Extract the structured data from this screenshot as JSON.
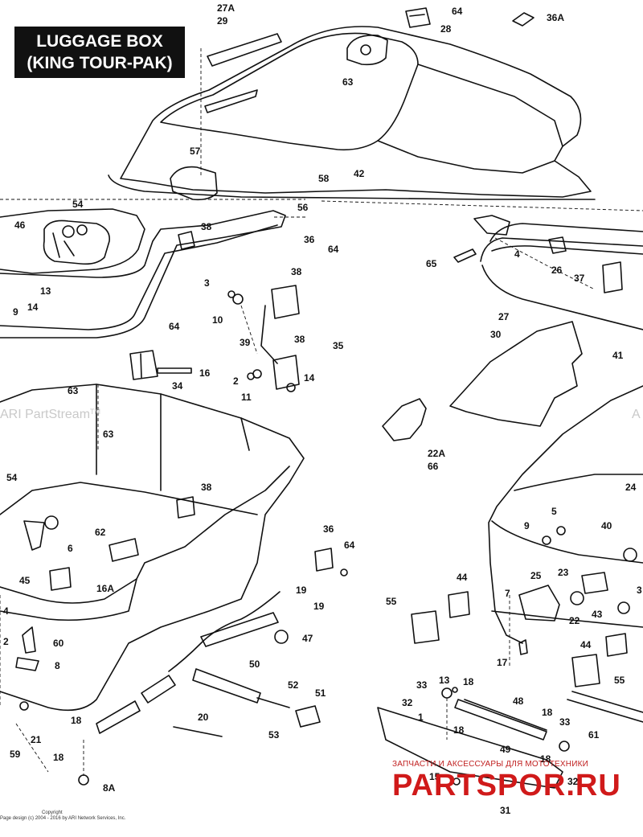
{
  "title": {
    "line1": "LUGGAGE BOX",
    "line2": "(KING TOUR-PAK)"
  },
  "watermark": {
    "left": "ARI PartStream",
    "tm": "TM",
    "right": "A"
  },
  "copyright": {
    "line1": "Copyright",
    "line2": "Page design (c) 2004 - 2016 by ARI Network Services, Inc."
  },
  "shop": {
    "tagline": "ЗАПЧАСТИ И АКСЕССУАРЫ ДЛЯ МОТОТЕХНИКИ",
    "logo": "PARTSPOR.RU"
  },
  "callouts": {
    "c27a": "27A",
    "c29": "29",
    "c64a": "64",
    "c28": "28",
    "c36a": "36A",
    "c63a": "63",
    "c57": "57",
    "c58": "58",
    "c42": "42",
    "c56": "56",
    "c54a": "54",
    "c46": "46",
    "c38a": "38",
    "c36b": "36",
    "c64b": "64",
    "c4a": "4",
    "c26": "26",
    "c65": "65",
    "c37": "37",
    "c27": "27",
    "c13a": "13",
    "c14a": "14",
    "c9a": "9",
    "c3": "3",
    "c10": "10",
    "c38b": "38",
    "c64c": "64",
    "c16": "16",
    "c39": "39",
    "c38c": "38",
    "c35": "35",
    "c30": "30",
    "c41": "41",
    "c34": "34",
    "c2a": "2",
    "c11": "11",
    "c14b": "14",
    "c63b": "63",
    "c63c": "63",
    "c22a": "22A",
    "c66": "66",
    "c54b": "54",
    "c38d": "38",
    "c24": "24",
    "c62": "62",
    "c6": "6",
    "c45": "45",
    "c16a": "16A",
    "c36c": "36",
    "c64d": "64",
    "c5": "5",
    "c9b": "9",
    "c40": "40",
    "c19a": "19",
    "c19b": "19",
    "c47": "47",
    "c4b": "4",
    "c2b": "2",
    "c60": "60",
    "c8": "8",
    "c44a": "44",
    "c55a": "55",
    "c25": "25",
    "c23": "23",
    "c7": "7",
    "c22": "22",
    "c43": "43",
    "c17": "17",
    "c44b": "44",
    "c55b": "55",
    "c50": "50",
    "c52": "52",
    "c51": "51",
    "c53": "53",
    "c20": "20",
    "c18a": "18",
    "c21": "21",
    "c59": "59",
    "c18b": "18",
    "c8a": "8A",
    "c13b": "13",
    "c18c": "18",
    "c33a": "33",
    "c32a": "32",
    "c1": "1",
    "c18d": "18",
    "c48": "48",
    "c18e": "18",
    "c49": "49",
    "c18f": "18",
    "c33b": "33",
    "c3b": "3",
    "c61": "61",
    "c15": "15",
    "c32b": "32",
    "c31": "31"
  }
}
